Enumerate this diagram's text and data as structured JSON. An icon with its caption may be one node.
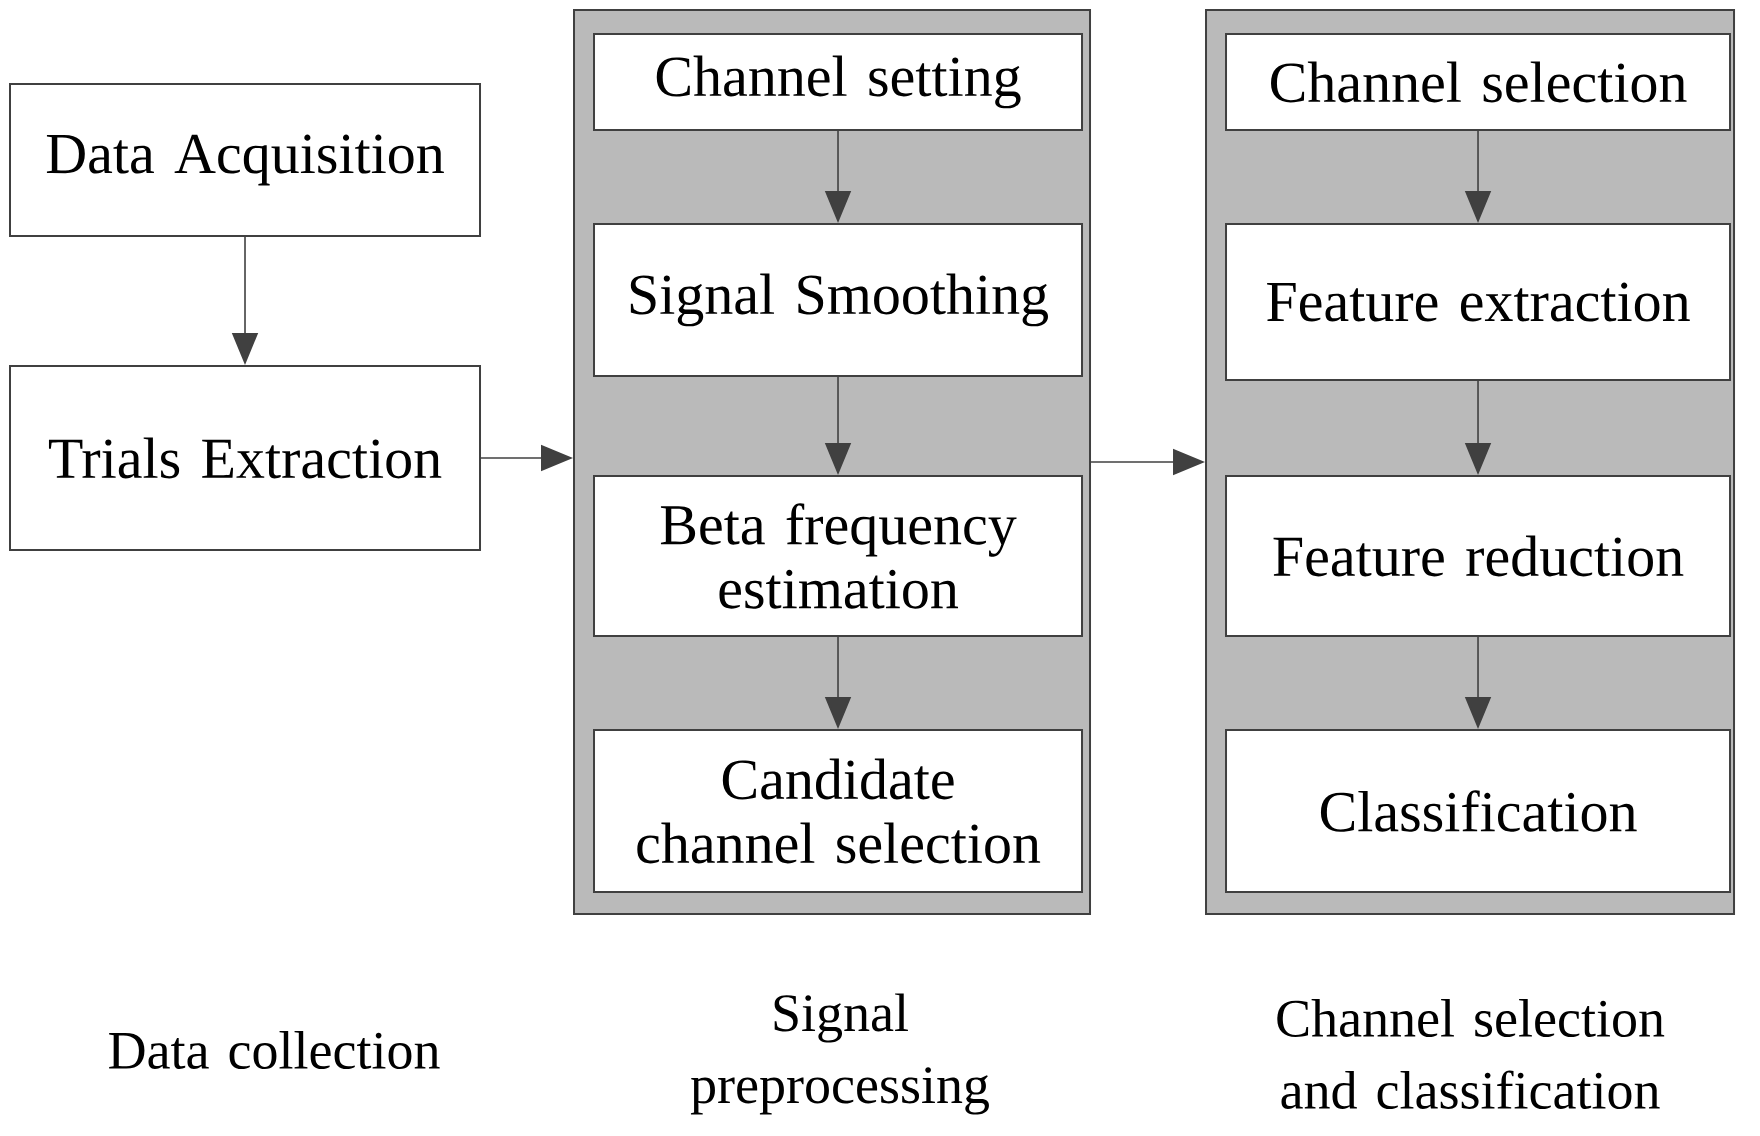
{
  "diagram": {
    "nodes": [
      {
        "text": [
          "Data Acquisition"
        ]
      },
      {
        "text": [
          "Trials Extraction"
        ]
      },
      {
        "text": [],
        "shape": "box"
      },
      {
        "text": [
          "Channel setting"
        ],
        "in": 2
      },
      {
        "text": [
          "Signal Smoothing"
        ],
        "in": 2
      },
      {
        "text": [
          "Beta frequency estimation"
        ],
        "in": 2
      },
      {
        "text": [
          "Candidate channel selection"
        ],
        "in": 2
      },
      {
        "text": [],
        "shape": "box"
      },
      {
        "text": [
          "Channel selection"
        ],
        "in": 7
      },
      {
        "text": [
          "Feature extraction"
        ],
        "in": 7
      },
      {
        "text": [
          "Feature reduction"
        ],
        "in": 7
      },
      {
        "text": [
          "Classification"
        ],
        "in": 7
      }
    ],
    "edges": [
      {
        "from": 0,
        "to": 1,
        "arrow": "to"
      },
      {
        "from": 1,
        "to": 2,
        "arrow": "to"
      },
      {
        "from": 3,
        "to": 4,
        "arrow": "to"
      },
      {
        "from": 4,
        "to": 5,
        "arrow": "to"
      },
      {
        "from": 5,
        "to": 6,
        "arrow": "to"
      },
      {
        "from": 2,
        "to": 7,
        "arrow": "to"
      },
      {
        "from": 8,
        "to": 9,
        "arrow": "to"
      },
      {
        "from": 9,
        "to": 10,
        "arrow": "to"
      },
      {
        "from": 10,
        "to": 11,
        "arrow": "to"
      }
    ],
    "labels": [
      "Data collection",
      "Signal preprocessing",
      "Channel selection and classification"
    ]
  }
}
